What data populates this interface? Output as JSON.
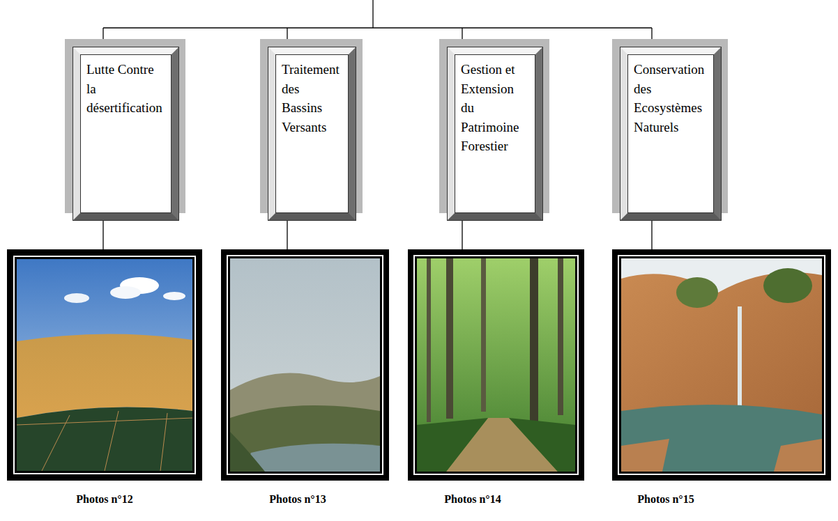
{
  "diagram": {
    "nodes": [
      {
        "text": [
          "Lutte Contre la désertification"
        ]
      },
      {
        "text": [
          "Traitement des Bassins Versants"
        ]
      },
      {
        "text": [
          "Gestion et Extension du Patrimoine Forestier"
        ]
      },
      {
        "text": [
          "Conservation des Ecosystèmes Naturels"
        ]
      }
    ],
    "labels": [
      "Photos n°12",
      "Photos n°13",
      "Photos n°14",
      "Photos n°15"
    ]
  }
}
